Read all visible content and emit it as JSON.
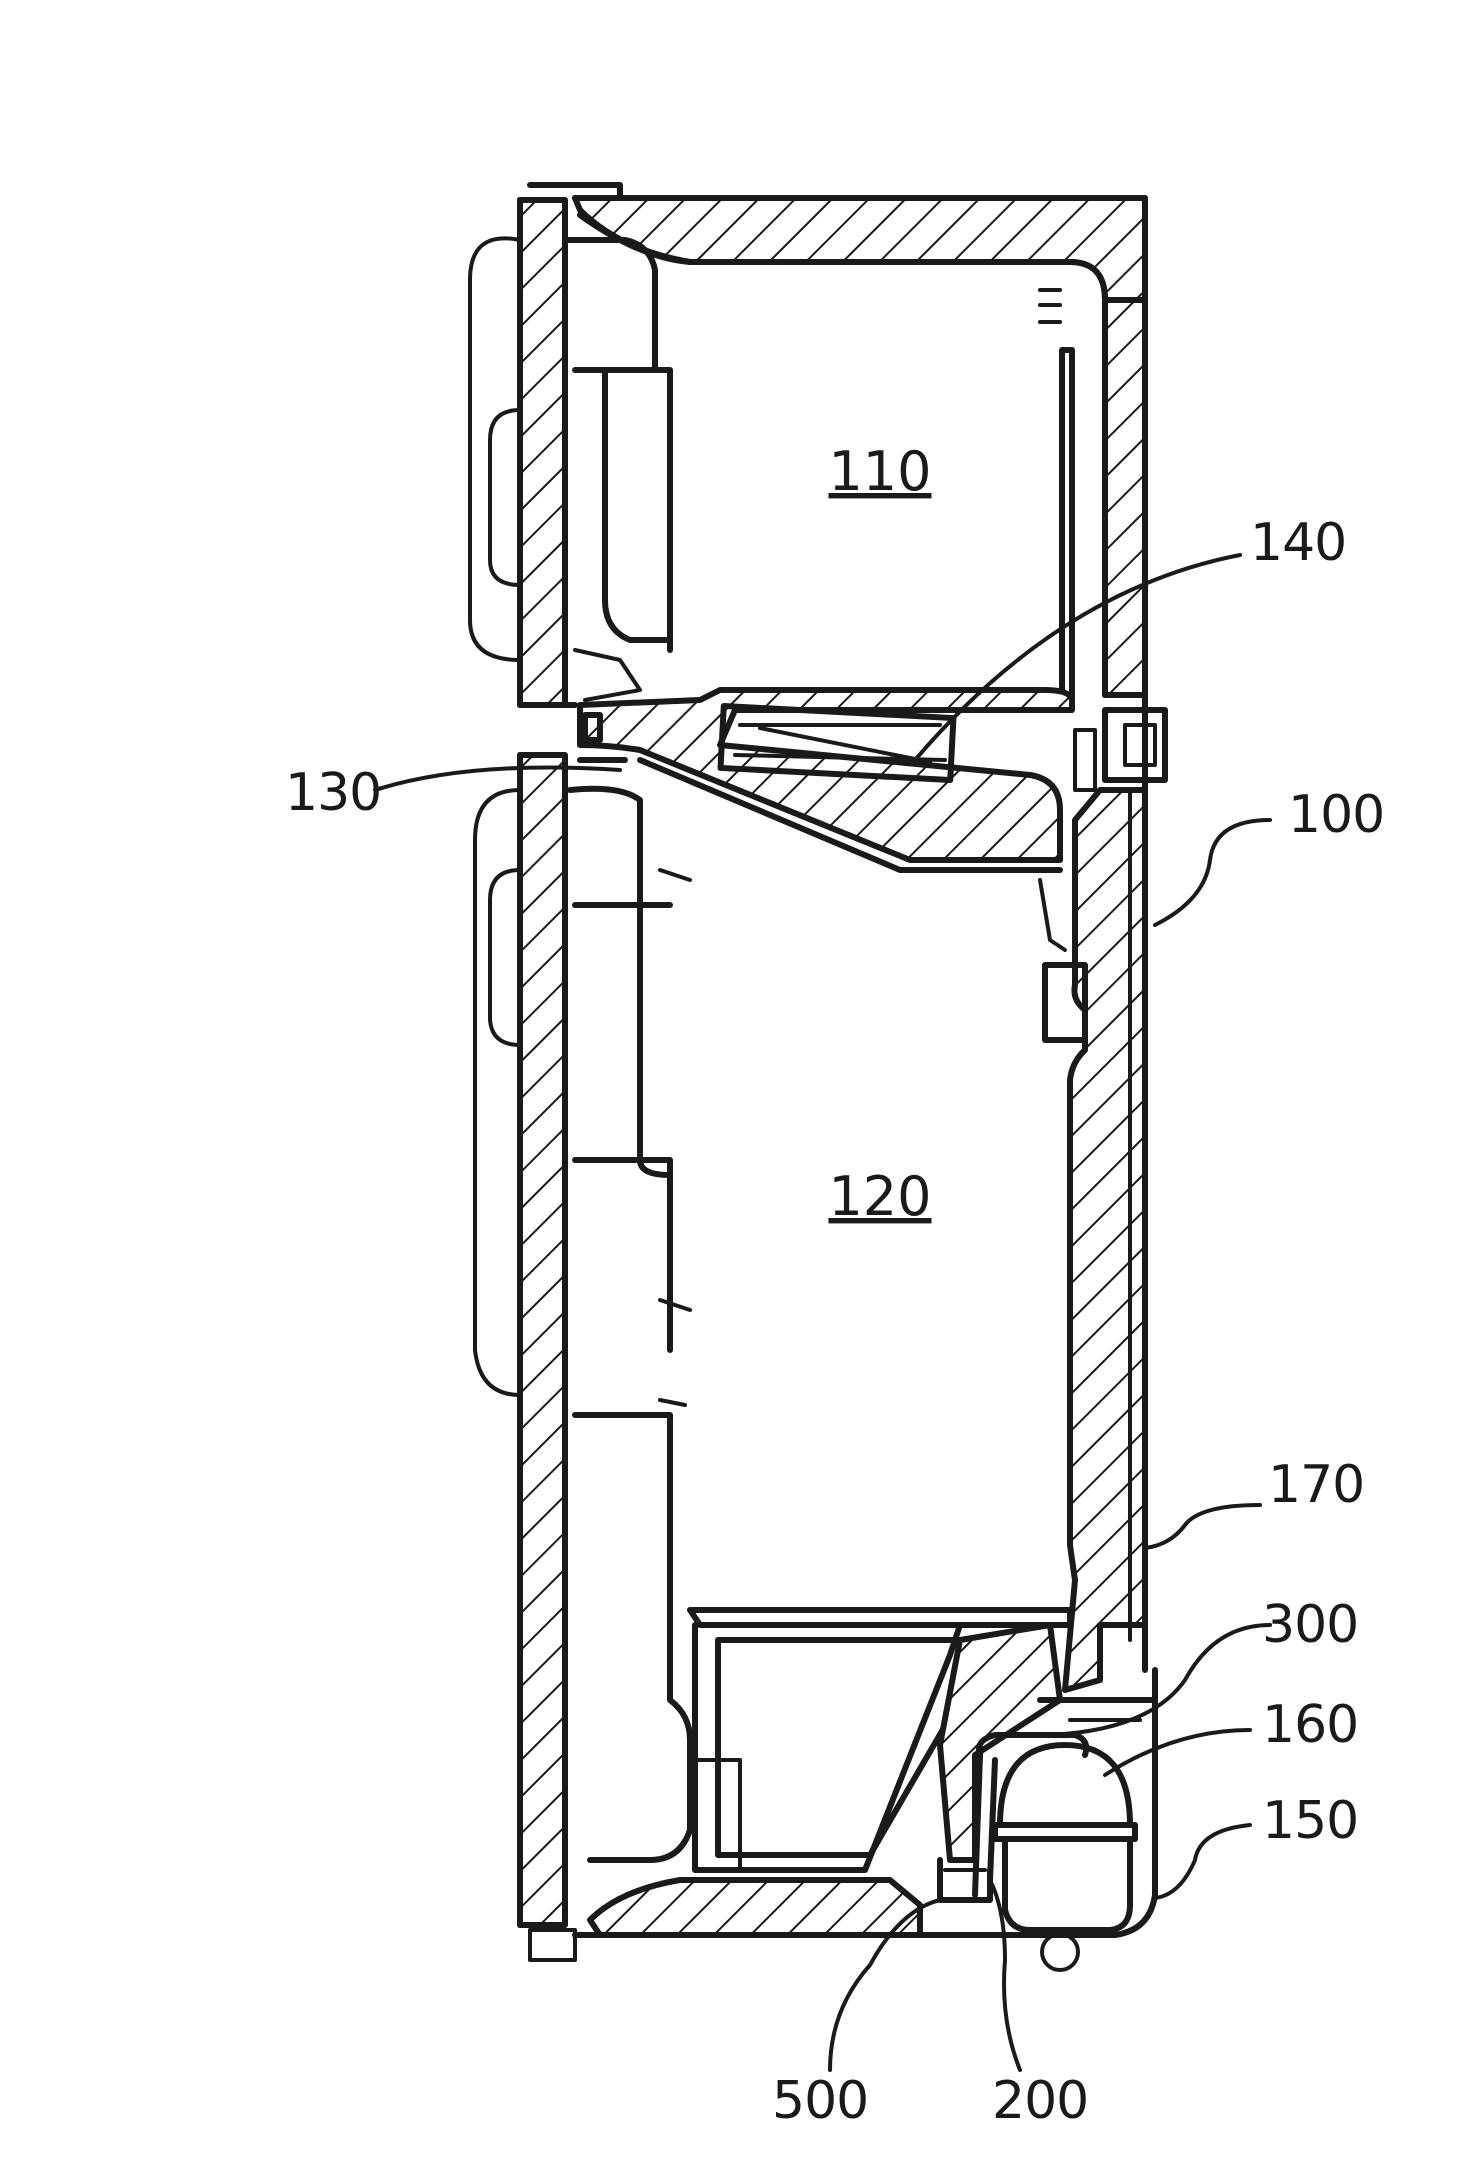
{
  "figure": {
    "compartments": [
      {
        "id": "freezer",
        "label": "110"
      },
      {
        "id": "refrigerator",
        "label": "120"
      }
    ],
    "reference_numerals": [
      {
        "id": "cabinet",
        "label": "100"
      },
      {
        "id": "partition",
        "label": "130"
      },
      {
        "id": "evaporator",
        "label": "140"
      },
      {
        "id": "machine-room",
        "label": "150"
      },
      {
        "id": "compressor",
        "label": "160"
      },
      {
        "id": "rear-wall",
        "label": "170"
      },
      {
        "id": "drain-pan",
        "label": "200"
      },
      {
        "id": "drain-pipe",
        "label": "300"
      },
      {
        "id": "vegetable-drawer",
        "label": "500"
      }
    ]
  }
}
